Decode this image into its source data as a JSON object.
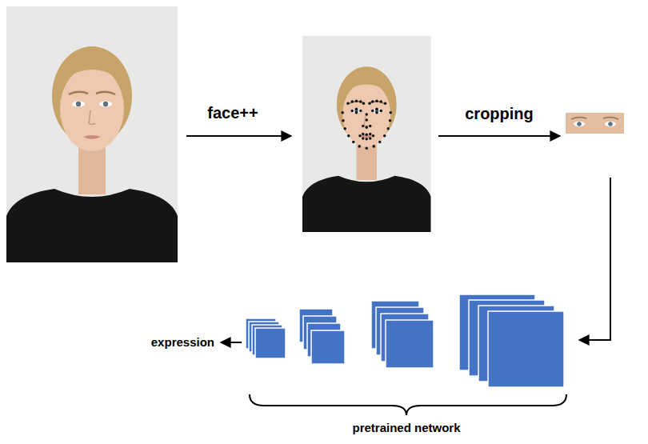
{
  "diagram": {
    "labels": [
      "face++",
      "cropping",
      "expression",
      "pretrained network"
    ]
  }
}
